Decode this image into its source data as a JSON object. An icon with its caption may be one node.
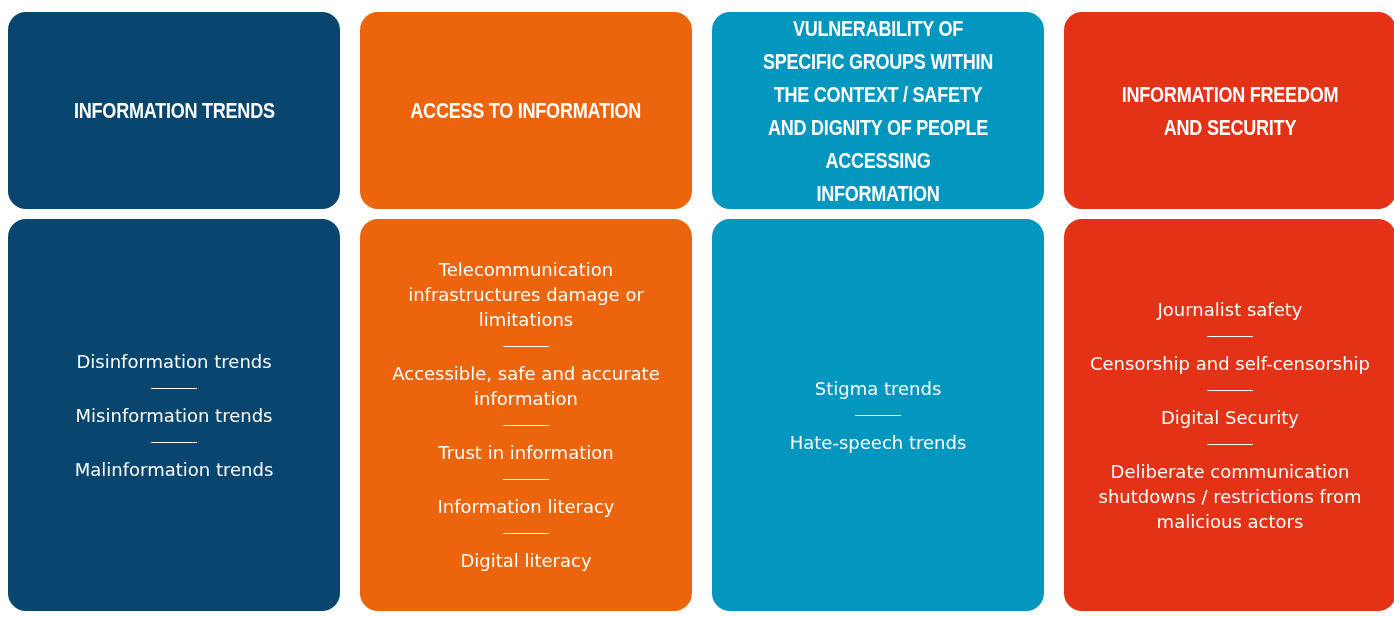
{
  "diagram": {
    "nodes": [
      {
        "text": [
          "INFORMATION TRENDS"
        ]
      },
      {
        "text": [
          "ACCESS TO INFORMATION"
        ]
      },
      {
        "text": [
          "VULNERABILITY OF SPECIFIC GROUPS WITHIN THE CONTEXT / SAFETY AND DIGNITY OF PEOPLE ACCESSING INFORMATION"
        ]
      },
      {
        "text": [
          "INFORMATION FREEDOM AND SECURITY"
        ]
      },
      {
        "text": [
          "Disinformation trends",
          "Misinformation trends",
          "Malinformation trends"
        ]
      },
      {
        "text": [
          "Telecommunication infrastructures damage or limitations",
          "Accessible, safe and accurate information",
          "Trust in information",
          "Information literacy",
          "Digital literacy"
        ]
      },
      {
        "text": [
          "Stigma trends",
          "Hate-speech trends"
        ]
      },
      {
        "text": [
          "Journalist safety",
          "Censorship and self-censorship",
          "Digital Security",
          "Deliberate communication shutdowns / restrictions from malicious actors"
        ]
      }
    ]
  }
}
